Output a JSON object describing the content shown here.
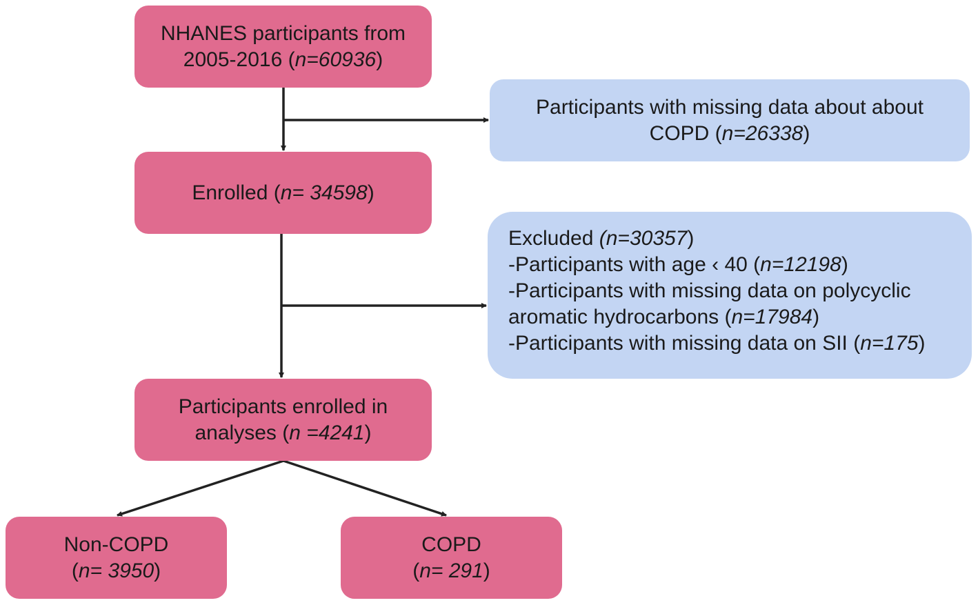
{
  "boxes": {
    "start": {
      "line1": "NHANES participants from",
      "pre": "2005-2016 (",
      "n": "n=60936",
      "post": ")"
    },
    "missing_copd": {
      "line1": "Participants with missing data about  about",
      "pre": "COPD (",
      "n": "n=26338",
      "post": ")"
    },
    "enrolled": {
      "pre": "Enrolled (",
      "n": "n= 34598",
      "post": ")"
    },
    "excluded": {
      "header": {
        "pre": "Excluded ",
        "n": "(n=30357",
        "post": ")"
      },
      "items": [
        {
          "pre": "-Participants with age ",
          "sym": "‹",
          "mid": " 40 (",
          "n": "n=12198",
          "post": ")"
        },
        {
          "text": "-Participants with missing data on polycyclic"
        },
        {
          "pre": "aromatic hydrocarbons (",
          "n": "n=17984",
          "post": ")"
        },
        {
          "pre": "-Participants with missing data on SII (",
          "n": "n=175",
          "post": ")"
        }
      ]
    },
    "analyses": {
      "line1": "Participants enrolled in",
      "pre": "analyses (",
      "n": "n =4241",
      "post": ")"
    },
    "non_copd": {
      "line1": "Non-COPD",
      "pre": "(",
      "n": "n= 3950",
      "post": ")"
    },
    "copd": {
      "line1": "COPD",
      "pre": "(",
      "n": "n= 291",
      "post": ")"
    }
  },
  "colors": {
    "pink_box": "#e06b8f",
    "blue_box": "#c3d5f3",
    "arrow": "#222222"
  }
}
